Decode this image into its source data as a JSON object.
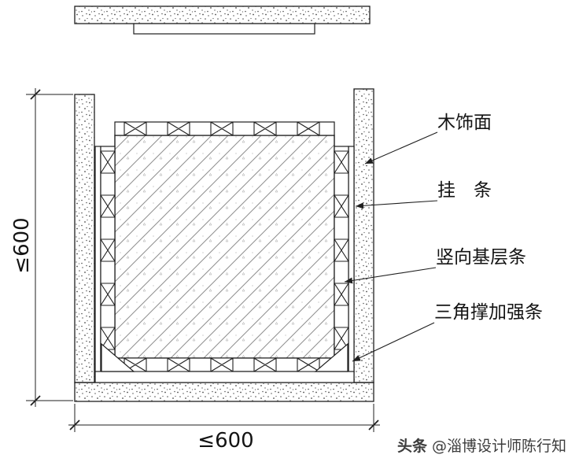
{
  "labels": {
    "wood_veneer": "木饰面",
    "hanging_strip": "挂　条",
    "vertical_base_strip": "竖向基层条",
    "triangle_brace_strip": "三角撑加强条"
  },
  "dimensions": {
    "left": "≤600",
    "bottom": "≤600"
  },
  "watermark": {
    "brand": "头条",
    "handle": "@淄博设计师陈行知"
  },
  "colors": {
    "line": "#1f1f1f",
    "hatch_line": "#8f8f8f",
    "stipple_dot": "#4a4a4a",
    "watermark": "#3c3c3c"
  }
}
